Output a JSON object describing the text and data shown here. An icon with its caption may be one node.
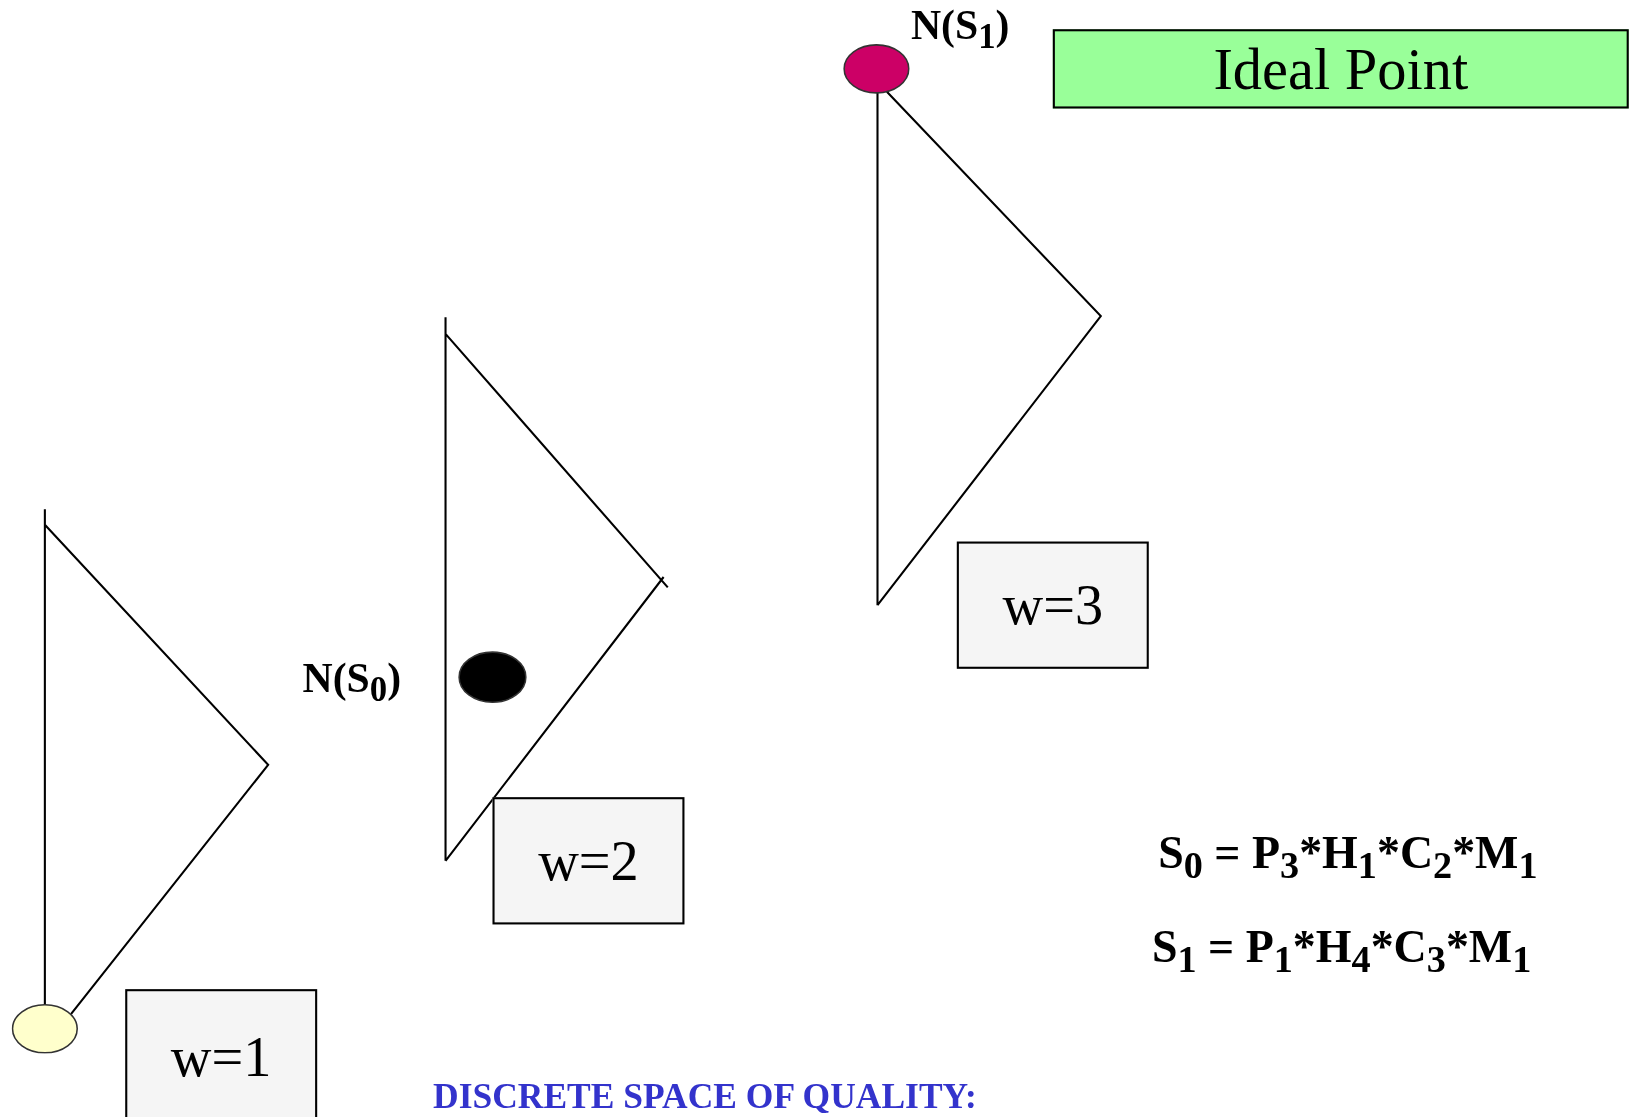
{
  "diagram": {
    "title": "DISCRETE SPACE OF QUALITY:",
    "nodes": [
      {
        "text": [
          "Ideal Point"
        ]
      },
      {
        "text": [
          "w=1"
        ]
      },
      {
        "text": [
          "w=2"
        ]
      },
      {
        "text": [
          "w=3"
        ]
      },
      {
        "text": [],
        "shape": "circle"
      },
      {
        "text": [],
        "shape": "circle",
        "beside": [
          "N(S$_{0}$)"
        ]
      },
      {
        "text": [],
        "shape": "circle",
        "beside": [
          "N(S$_{1}$)"
        ]
      }
    ],
    "edges": [],
    "labels": [
      "S$_{0}$ = P$_{3}$*H$_{1}$*C$_{2}$*M$_{1}$",
      "S$_{1}$ = P$_{1}$*H$_{4}$*C$_{3}$*M$_{1}$"
    ]
  }
}
